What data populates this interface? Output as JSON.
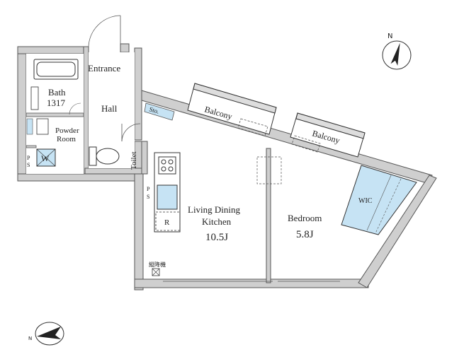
{
  "rooms": {
    "entrance": "Entrance",
    "hall": "Hall",
    "bath": "Bath",
    "bath_size": "1317",
    "powder_room_1": "Powder",
    "powder_room_2": "Room",
    "washer": "W",
    "toilet": "Toilet",
    "storage": "Sto.",
    "balcony": "Balcony",
    "living_1": "Living Dining",
    "living_2": "Kitchen",
    "living_size": "10.5J",
    "bedroom": "Bedroom",
    "bedroom_size": "5.8J",
    "wic": "WIC",
    "refrigerator": "R",
    "pipe_space": [
      "P",
      "S"
    ],
    "ventilation": "縦降機"
  },
  "compass": {
    "north_label": "N",
    "north_rotation_deg": 15
  },
  "colors": {
    "wall": "#c9c9c9",
    "wall_line": "#555555",
    "fixture_blue": "#c6e3f4",
    "line": "#333333"
  }
}
